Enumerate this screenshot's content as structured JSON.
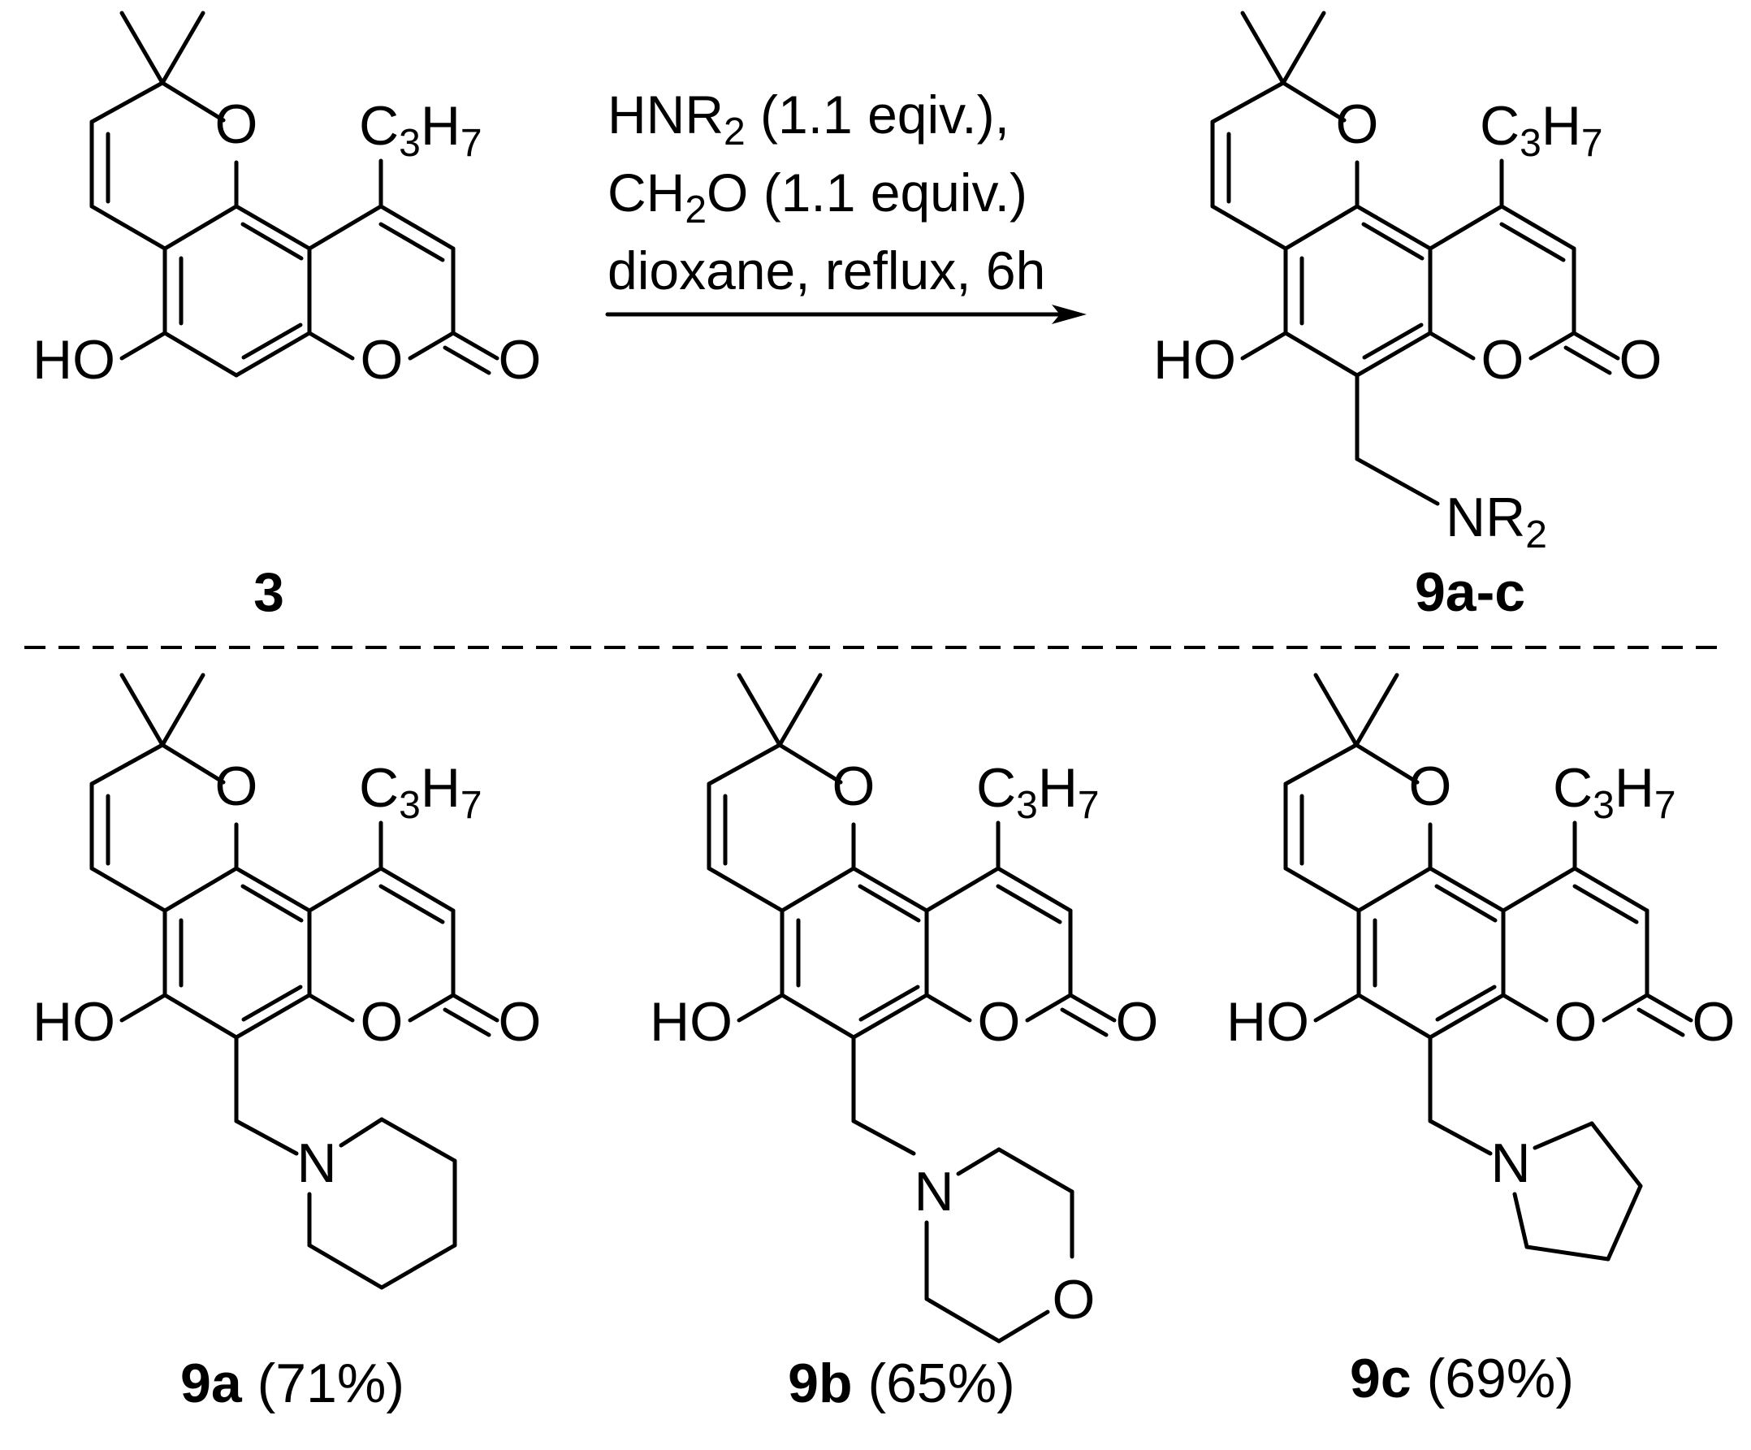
{
  "reagents": {
    "line1_main": "HNR",
    "line1_sub": "2",
    "line1_rest": " (1.1 eqiv.),",
    "line2_main": "CH",
    "line2_sub": "2",
    "line2_rest": "O (1.1 equiv.)",
    "line3": "dioxane, reflux, 6h"
  },
  "atoms": {
    "ring_O": "O",
    "carbonyl_O": "O",
    "lactone_O": "O",
    "HO": "HO",
    "propyl_C": "C",
    "propyl_3": "3",
    "propyl_H": "H",
    "propyl_7": "7",
    "amine_N": "N",
    "amine_R": "R",
    "amine_2": "2",
    "morpholine_O": "O"
  },
  "compounds": {
    "start": {
      "id": "3"
    },
    "product": {
      "id": "9a-c"
    },
    "a": {
      "id": "9a",
      "yield": "(71%)"
    },
    "b": {
      "id": "9b",
      "yield": "(65%)"
    },
    "c": {
      "id": "9c",
      "yield": "(69%)"
    }
  }
}
